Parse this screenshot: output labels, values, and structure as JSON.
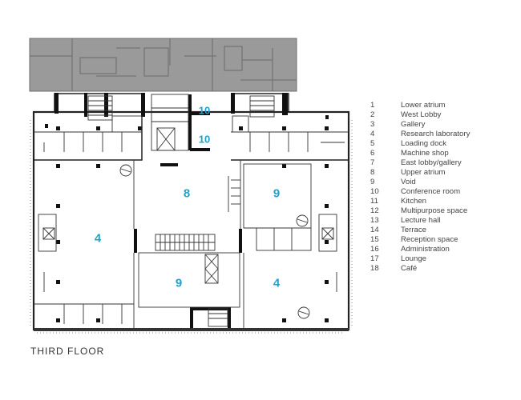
{
  "title": "THIRD FLOOR",
  "accent_color": "#1ea3cc",
  "upper_block_color": "#9a9a9a",
  "room_labels": [
    {
      "id": "conference-a",
      "number": "10"
    },
    {
      "id": "conference-b",
      "number": "10"
    },
    {
      "id": "upper-atrium",
      "number": "8"
    },
    {
      "id": "void-east",
      "number": "9"
    },
    {
      "id": "gallery-west",
      "number": "4"
    },
    {
      "id": "void-center",
      "number": "9"
    },
    {
      "id": "gallery-east",
      "number": "4"
    }
  ],
  "legend": [
    {
      "number": "1",
      "name": "Lower atrium"
    },
    {
      "number": "2",
      "name": "West Lobby"
    },
    {
      "number": "3",
      "name": "Gallery"
    },
    {
      "number": "4",
      "name": "Research laboratory"
    },
    {
      "number": "5",
      "name": "Loading dock"
    },
    {
      "number": "6",
      "name": "Machine shop"
    },
    {
      "number": "7",
      "name": "East lobby/gallery"
    },
    {
      "number": "8",
      "name": "Upper atrium"
    },
    {
      "number": "9",
      "name": "Void"
    },
    {
      "number": "10",
      "name": "Conference room"
    },
    {
      "number": "11",
      "name": "Kitchen"
    },
    {
      "number": "12",
      "name": "Multipurpose space"
    },
    {
      "number": "13",
      "name": "Lecture hall"
    },
    {
      "number": "14",
      "name": "Terrace"
    },
    {
      "number": "15",
      "name": "Reception space"
    },
    {
      "number": "16",
      "name": "Administration"
    },
    {
      "number": "17",
      "name": "Lounge"
    },
    {
      "number": "18",
      "name": "Café"
    }
  ]
}
